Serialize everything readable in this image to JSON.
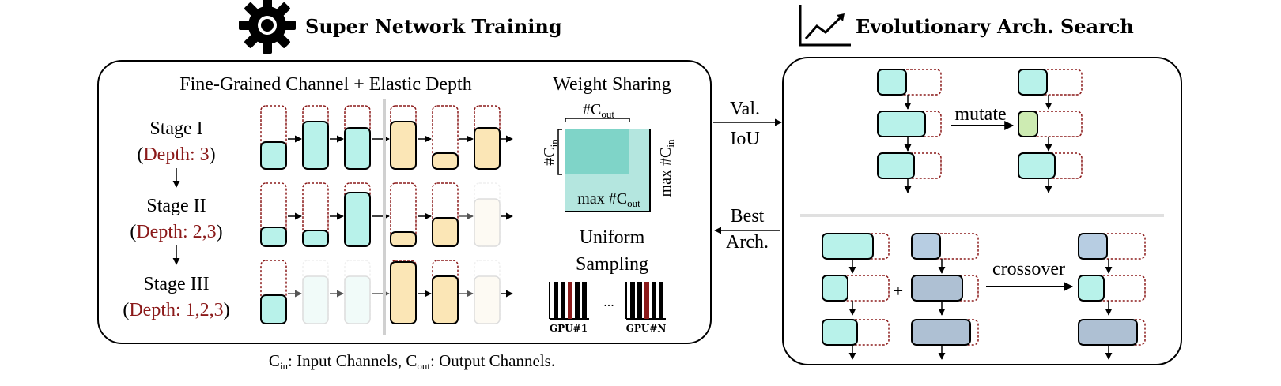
{
  "headers": {
    "left_title": "Super Network Training",
    "right_title": "Evolutionary Arch. Search"
  },
  "panel_left": {
    "section_title": "Fine-Grained Channel + Elastic Depth",
    "stages": [
      {
        "name": "Stage I",
        "depth_prefix": "(",
        "depth": "Depth: 3",
        "depth_suffix": ")"
      },
      {
        "name": "Stage II",
        "depth_prefix": "(",
        "depth": "Depth: 2,3",
        "depth_suffix": ")"
      },
      {
        "name": "Stage III",
        "depth_prefix": "(",
        "depth": "Depth: 1,2,3",
        "depth_suffix": ")"
      }
    ],
    "weight_sharing": {
      "title": "Weight Sharing",
      "c_out_hash": "#C",
      "c_out_sub": "out",
      "c_in_hash": "#C",
      "c_in_sub": "in",
      "max_c_out": "max #C",
      "max_c_out_sub": "out",
      "max_c_in": "max #C",
      "max_c_in_sub": "in"
    },
    "uniform_sampling": {
      "line1": "Uniform",
      "line2": "Sampling",
      "gpu1": "GPU#1",
      "dots": "...",
      "gpun": "GPU#N"
    }
  },
  "caption": {
    "c": "C",
    "in_sub": "in",
    "in_text": ": Input Channels, C",
    "out_sub": "out",
    "out_text": ": Output Channels."
  },
  "arrows": {
    "val_line1": "Val.",
    "val_line2": "IoU",
    "best_line1": "Best",
    "best_line2": "Arch."
  },
  "panel_right": {
    "mutate_label": "mutate",
    "plus_label": "+",
    "crossover_label": "crossover"
  },
  "colors": {
    "teal": "#b8f2ea",
    "yellow": "#fbe6b6",
    "green": "#cdebb2",
    "blue": "#b7cde2",
    "bluegray": "#aec0d3",
    "dark_red": "#8b1a1a",
    "weight_dark": "#7fd4c8",
    "weight_light": "#b4e6df"
  }
}
